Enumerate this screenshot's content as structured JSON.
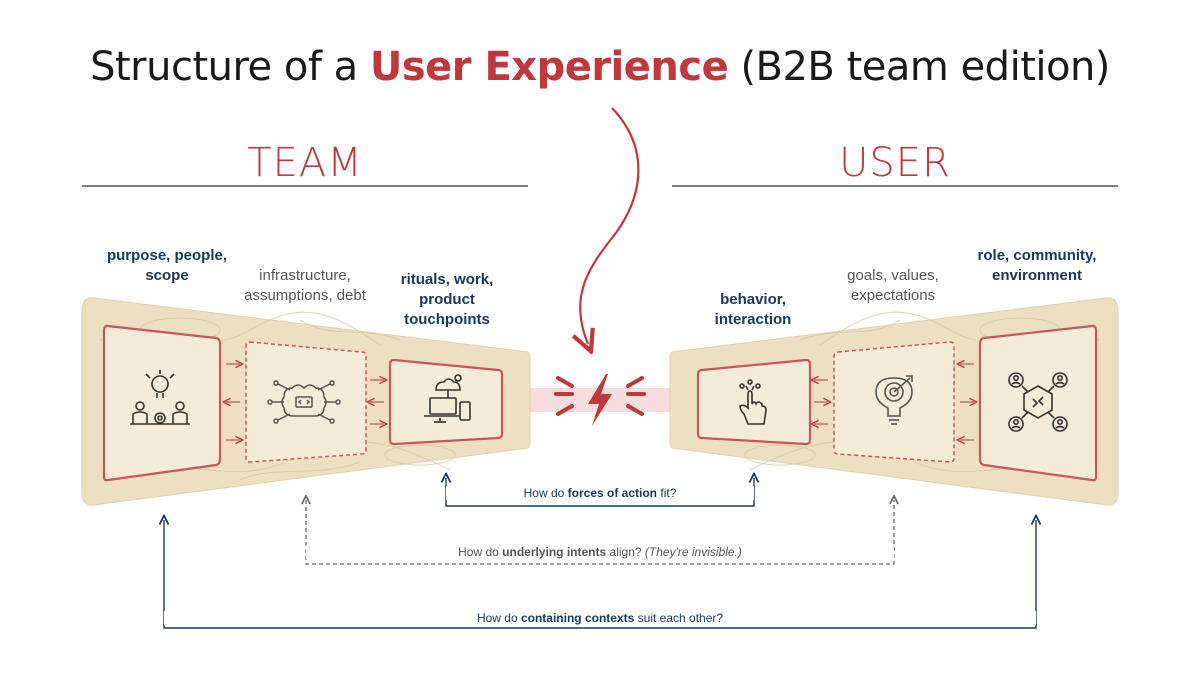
{
  "title": {
    "prefix": "Structure of a",
    "highlight": "User Experience",
    "suffix": "(B2B team edition)"
  },
  "team": {
    "heading": "TEAM",
    "layers": [
      {
        "label": "purpose, people, scope",
        "icon": "ideation-team-icon",
        "style": "solid"
      },
      {
        "label": "infrastructure, assumptions, debt",
        "icon": "brain-code-icon",
        "style": "dashed"
      },
      {
        "label": "rituals, work, product touchpoints",
        "icon": "devices-cloud-icon",
        "style": "solid"
      }
    ]
  },
  "user": {
    "heading": "USER",
    "layers": [
      {
        "label": "behavior, interaction",
        "icon": "touch-gesture-icon",
        "style": "solid"
      },
      {
        "label": "goals, values, expectations",
        "icon": "bulb-target-icon",
        "style": "dashed"
      },
      {
        "label": "role, community, environment",
        "icon": "network-people-icon",
        "style": "solid"
      }
    ]
  },
  "center": {
    "icon": "lightning-spark-icon"
  },
  "questions": {
    "forces": {
      "pre": "How do",
      "bold": "forces of action",
      "post": "fit?"
    },
    "intents": {
      "pre": "How do",
      "bold": "underlying intents",
      "post": "align?",
      "note": "(They're invisible.)"
    },
    "contexts": {
      "pre": "How do",
      "bold": "containing contexts",
      "post": "suit each other?"
    }
  },
  "colors": {
    "accent": "#c0383b",
    "navy": "#163a63",
    "panel": "#ecdfc2",
    "panel_light": "#f4ecd8",
    "text": "#1a1a1a"
  }
}
